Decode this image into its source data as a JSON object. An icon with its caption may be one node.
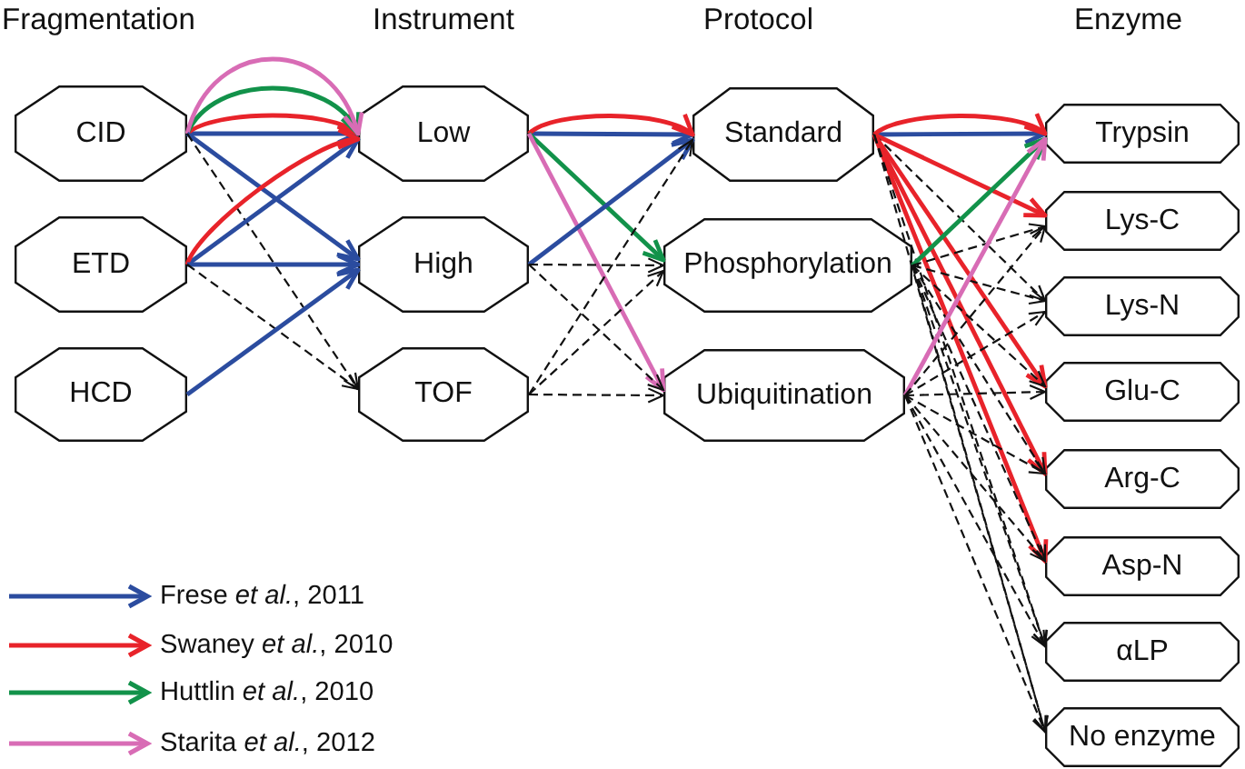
{
  "diagram": {
    "nodes": [
      {
        "text": [
          "CID"
        ]
      },
      {
        "text": [
          "ETD"
        ]
      },
      {
        "text": [
          "HCD"
        ]
      },
      {
        "text": [
          "Low"
        ]
      },
      {
        "text": [
          "High"
        ]
      },
      {
        "text": [
          "TOF"
        ]
      },
      {
        "text": [
          "Standard"
        ]
      },
      {
        "text": [
          "Phosphorylation"
        ]
      },
      {
        "text": [
          "Ubiquitination"
        ]
      },
      {
        "text": [
          "Trypsin"
        ]
      },
      {
        "text": [
          "Lys-C"
        ]
      },
      {
        "text": [
          "Lys-N"
        ]
      },
      {
        "text": [
          "Glu-C"
        ]
      },
      {
        "text": [
          "Arg-C"
        ]
      },
      {
        "text": [
          "Asp-N"
        ]
      },
      {
        "text": [
          "αLP"
        ]
      },
      {
        "text": [
          "No enzyme"
        ]
      }
    ],
    "edges": [
      {
        "from": 0,
        "to": 3,
        "arrow": "to",
        "color": "#2b4c9f"
      },
      {
        "from": 0,
        "to": 3,
        "arrow": "to",
        "color": "#e8232a"
      },
      {
        "from": 0,
        "to": 3,
        "arrow": "to",
        "color": "#12924a"
      },
      {
        "from": 0,
        "to": 3,
        "arrow": "to",
        "color": "#d86cb5"
      },
      {
        "from": 0,
        "to": 4,
        "arrow": "to",
        "color": "#2b4c9f"
      },
      {
        "from": 0,
        "to": 5,
        "arrow": "to",
        "style": "dashed"
      },
      {
        "from": 1,
        "to": 3,
        "arrow": "to",
        "color": "#2b4c9f"
      },
      {
        "from": 1,
        "to": 3,
        "arrow": "to",
        "color": "#e8232a"
      },
      {
        "from": 1,
        "to": 4,
        "arrow": "to",
        "color": "#2b4c9f"
      },
      {
        "from": 1,
        "to": 5,
        "arrow": "to",
        "style": "dashed"
      },
      {
        "from": 2,
        "to": 4,
        "arrow": "to",
        "color": "#2b4c9f"
      },
      {
        "from": 3,
        "to": 6,
        "arrow": "to",
        "color": "#2b4c9f"
      },
      {
        "from": 3,
        "to": 6,
        "arrow": "to",
        "color": "#e8232a"
      },
      {
        "from": 3,
        "to": 7,
        "arrow": "to",
        "color": "#12924a"
      },
      {
        "from": 3,
        "to": 8,
        "arrow": "to",
        "color": "#d86cb5"
      },
      {
        "from": 4,
        "to": 6,
        "arrow": "to",
        "color": "#2b4c9f"
      },
      {
        "from": 4,
        "to": 7,
        "arrow": "to",
        "style": "dashed"
      },
      {
        "from": 4,
        "to": 8,
        "arrow": "to",
        "style": "dashed"
      },
      {
        "from": 5,
        "to": 6,
        "arrow": "to",
        "style": "dashed"
      },
      {
        "from": 5,
        "to": 7,
        "arrow": "to",
        "style": "dashed"
      },
      {
        "from": 5,
        "to": 8,
        "arrow": "to",
        "style": "dashed"
      },
      {
        "from": 6,
        "to": 9,
        "arrow": "to",
        "color": "#2b4c9f"
      },
      {
        "from": 6,
        "to": 9,
        "arrow": "to",
        "color": "#e8232a"
      },
      {
        "from": 6,
        "to": 10,
        "arrow": "to",
        "color": "#e8232a"
      },
      {
        "from": 6,
        "to": 11,
        "arrow": "to",
        "style": "dashed"
      },
      {
        "from": 6,
        "to": 12,
        "arrow": "to",
        "color": "#e8232a"
      },
      {
        "from": 6,
        "to": 13,
        "arrow": "to",
        "color": "#e8232a"
      },
      {
        "from": 6,
        "to": 14,
        "arrow": "to",
        "color": "#e8232a"
      },
      {
        "from": 6,
        "to": 15,
        "arrow": "to",
        "style": "dashed"
      },
      {
        "from": 6,
        "to": 16,
        "arrow": "to",
        "style": "dashed"
      },
      {
        "from": 7,
        "to": 9,
        "arrow": "to",
        "color": "#12924a"
      },
      {
        "from": 7,
        "to": 10,
        "arrow": "to",
        "style": "dashed"
      },
      {
        "from": 7,
        "to": 11,
        "arrow": "to",
        "style": "dashed"
      },
      {
        "from": 7,
        "to": 12,
        "arrow": "to",
        "style": "dashed"
      },
      {
        "from": 7,
        "to": 13,
        "arrow": "to",
        "style": "dashed"
      },
      {
        "from": 7,
        "to": 14,
        "arrow": "to",
        "style": "dashed"
      },
      {
        "from": 7,
        "to": 15,
        "arrow": "to",
        "style": "dashed"
      },
      {
        "from": 7,
        "to": 16,
        "arrow": "to",
        "style": "dashed"
      },
      {
        "from": 8,
        "to": 9,
        "arrow": "to",
        "color": "#d86cb5"
      },
      {
        "from": 8,
        "to": 10,
        "arrow": "to",
        "style": "dashed"
      },
      {
        "from": 8,
        "to": 11,
        "arrow": "to",
        "style": "dashed"
      },
      {
        "from": 8,
        "to": 12,
        "arrow": "to",
        "style": "dashed"
      },
      {
        "from": 8,
        "to": 13,
        "arrow": "to",
        "style": "dashed"
      },
      {
        "from": 8,
        "to": 14,
        "arrow": "to",
        "style": "dashed"
      },
      {
        "from": 8,
        "to": 15,
        "arrow": "to",
        "style": "dashed"
      },
      {
        "from": 8,
        "to": 16,
        "arrow": "to",
        "style": "dashed"
      }
    ],
    "labels": [
      "Fragmentation",
      "Instrument",
      "Protocol",
      "Enzyme"
    ],
    "legend": [
      {
        "text": "Frese *et al.*, 2011",
        "color": "#2b4c9f"
      },
      {
        "text": "Swaney *et al.*, 2010",
        "color": "#e8232a"
      },
      {
        "text": "Huttlin *et al.*, 2010",
        "color": "#12924a"
      },
      {
        "text": "Starita *et al.*, 2012",
        "color": "#d86cb5"
      }
    ]
  }
}
